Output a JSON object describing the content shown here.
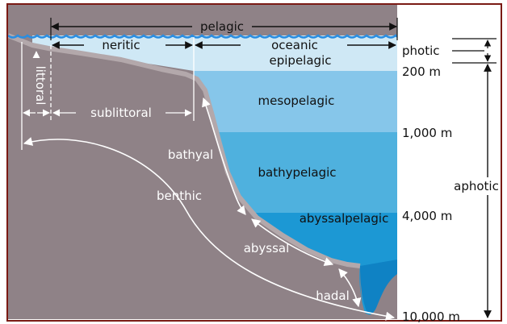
{
  "labels": {
    "pelagic": "pelagic",
    "neritic": "neritic",
    "oceanic": "oceanic",
    "epipelagic": "epipelagic",
    "mesopelagic": "mesopelagic",
    "bathypelagic": "bathypelagic",
    "abyssalpelagic": "abyssalpelagic",
    "littoral": "littoral",
    "sublittoral": "sublittoral",
    "bathyal": "bathyal",
    "benthic": "benthic",
    "abyssal": "abyssal",
    "hadal": "hadal",
    "photic": "photic",
    "aphotic": "aphotic"
  },
  "depths": [
    "200 m",
    "1,000 m",
    "4,000 m",
    "10,000 m"
  ],
  "colors": {
    "frame": "#7a1a14",
    "land": "#8f8287",
    "shelf_highlight": "#b3a8ab",
    "water_surface": "#2a8de0",
    "epipelagic": "#cfe8f5",
    "mesopelagic": "#86c6ea",
    "bathypelagic": "#4fb1de",
    "abyssalpelagic": "#1c98d4",
    "hadal": "#0f82c4"
  }
}
